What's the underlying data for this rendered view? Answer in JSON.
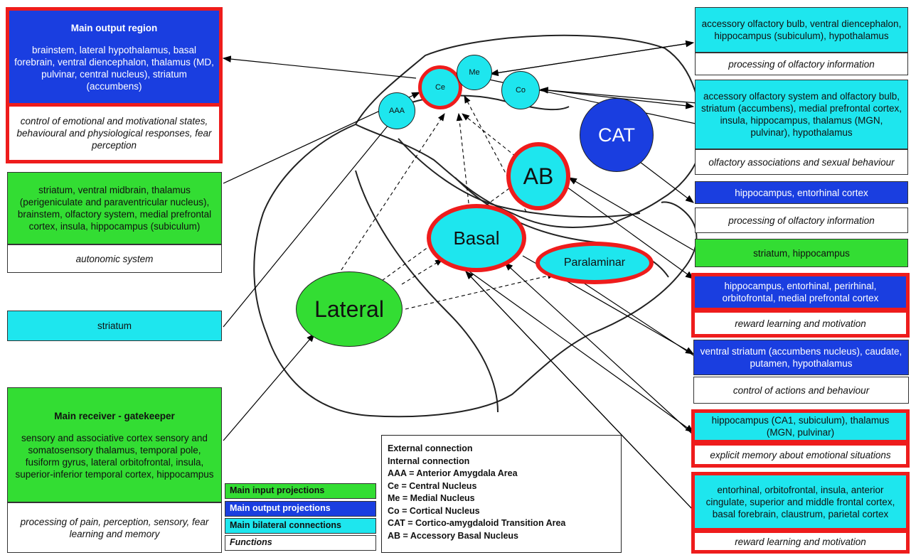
{
  "left": {
    "main_output": {
      "title": "Main output  region",
      "text": "brainstem, lateral hypothalamus, basal forebrain, ventral diencephalon, thalamus (MD, pulvinar, central nucleus), striatum (accumbens)",
      "function": "control of emotional and motivational states, behavioural and physiological responses, fear perception"
    },
    "input_green": {
      "text": "striatum, ventral midbrain, thalamus (perigeniculate and paraventricular nucleus), brainstem, olfactory system, medial prefrontal cortex, insula, hippocampus (subiculum)",
      "function": "autonomic system"
    },
    "striatum": {
      "text": "striatum"
    },
    "gatekeeper": {
      "title": "Main receiver - gatekeeper",
      "text": "sensory and associative cortex sensory and somatosensory thalamus, temporal pole, fusiform gyrus, lateral orbitofrontal, insula, superior-inferior temporal cortex, hippocampus",
      "function": "processing of pain, perception, sensory, fear learning and memory"
    }
  },
  "right": {
    "r1": {
      "text": "accessory olfactory bulb, ventral diencephalon, hippocampus (subiculum), hypothalamus",
      "function": "processing of olfactory information"
    },
    "r2": {
      "text": "accessory olfactory system and olfactory bulb, striatum (accumbens), medial prefrontal cortex,  insula, hippocampus, thalamus (MGN, pulvinar), hypothalamus",
      "function": "olfactory associations and sexual behaviour"
    },
    "r3": {
      "text": "hippocampus, entorhinal cortex",
      "function": "processing of olfactory information"
    },
    "r4": {
      "text": "striatum, hippocampus"
    },
    "r5": {
      "text": "hippocampus, entorhinal, perirhinal, orbitofrontal, medial prefrontal cortex",
      "function": "reward learning and motivation"
    },
    "r6": {
      "text": "ventral striatum (accumbens nucleus), caudate, putamen, hypothalamus",
      "function": "control of actions and behaviour"
    },
    "r7": {
      "text": "hippocampus (CA1, subiculum), thalamus (MGN, pulvinar)",
      "function": "explicit memory about emotional situations"
    },
    "r8": {
      "text": "entorhinal, orbitofrontal, insula, anterior cingulate, superior and middle frontal cortex, basal forebrain, claustrum, parietal cortex",
      "function": "reward learning and motivation"
    }
  },
  "nodes": {
    "aaa": "AAA",
    "ce": "Ce",
    "me": "Me",
    "co": "Co",
    "cat": "CAT",
    "ab": "AB",
    "basal": "Basal",
    "paralaminar": "Paralaminar",
    "lateral": "Lateral"
  },
  "key": {
    "input": "Main input projections",
    "output": "Main output  projections",
    "bilateral": "Main bilateral connections",
    "functions": "Functions"
  },
  "legend": {
    "external": "External connection",
    "internal": "Internal connection",
    "aaa": "AAA = Anterior  Amygdala Area",
    "ce": "Ce = Central Nucleus",
    "me": "Me = Medial Nucleus",
    "co": "Co = Cortical Nucleus",
    "cat": "CAT = Cortico-amygdaloid Transition Area",
    "ab": "AB = Accessory Basal Nucleus"
  },
  "colors": {
    "input": "#33dd33",
    "output": "#1a3ee0",
    "bilateral": "#1ee6ee",
    "highlight": "#ee1c1c"
  }
}
